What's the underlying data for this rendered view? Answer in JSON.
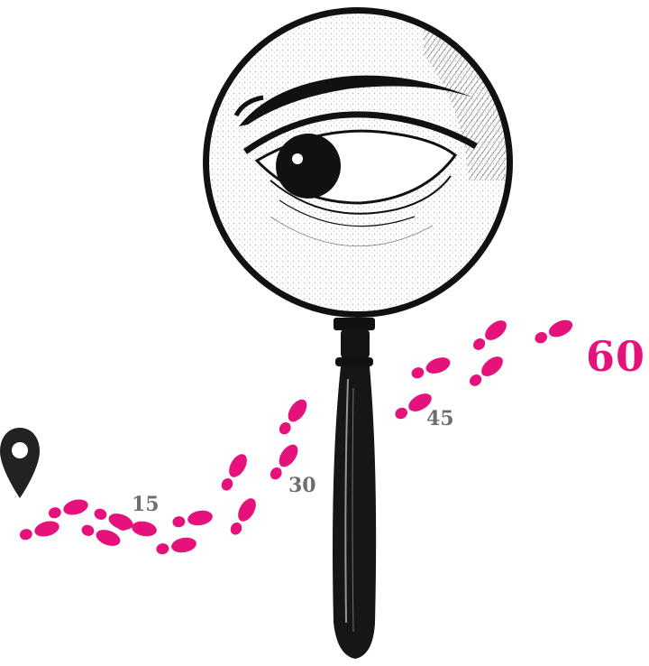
{
  "milestones": {
    "m15": "15",
    "m30": "30",
    "m45": "45",
    "m60": "60"
  },
  "colors": {
    "footprint": "#e5127c",
    "label_gray": "#6e6e6e",
    "label_magenta": "#e5127c",
    "ink": "#111111"
  },
  "icons": {
    "start": "map-pin-icon",
    "illustration": "magnifying-glass-eye-icon",
    "path": "footprint-icon"
  }
}
